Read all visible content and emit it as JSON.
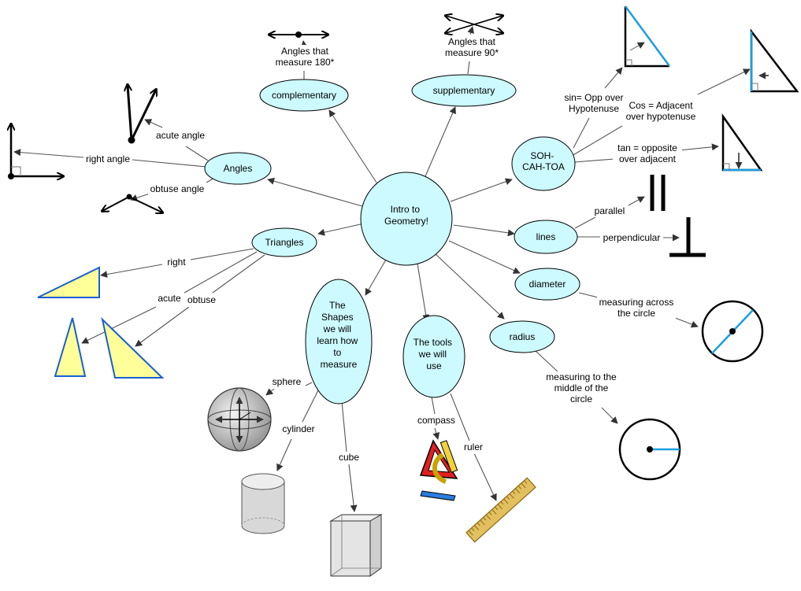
{
  "nodes": {
    "center": [
      "Intro to",
      "Geometry!"
    ],
    "angles": [
      "Angles"
    ],
    "complementary": [
      "complementary"
    ],
    "supplementary": [
      "supplementary"
    ],
    "soh": [
      "SOH-",
      "CAH-TOA"
    ],
    "lines": [
      "lines"
    ],
    "diameter": [
      "diameter"
    ],
    "radius": [
      "radius"
    ],
    "tools": [
      "The tools",
      "we will",
      "use"
    ],
    "shapes": [
      "The",
      "Shapes",
      "we will",
      "learn how",
      "to",
      "measure"
    ],
    "triangles": [
      "Triangles"
    ]
  },
  "labels": {
    "measure180": [
      "Angles that",
      "measure 180*"
    ],
    "measure90": [
      "Angles that",
      "measure 90*"
    ],
    "acute_angle": [
      "acute angle"
    ],
    "right_angle": [
      "right angle"
    ],
    "obtuse_angle": [
      "obtuse angle"
    ],
    "sin": [
      "sin= Opp over",
      "Hypotenuse"
    ],
    "cos": [
      "Cos = Adjacent",
      "over hypotenuse"
    ],
    "tan": [
      "tan = opposite",
      "over adjacent"
    ],
    "parallel": [
      "parallel"
    ],
    "perpendicular": [
      "perpendicular"
    ],
    "across": [
      "measuring across",
      "the circle"
    ],
    "middle": [
      "measuring to the",
      "middle of the",
      "circle"
    ],
    "right": [
      "right"
    ],
    "acute": [
      "acute"
    ],
    "obtuse": [
      "obtuse"
    ],
    "sphere": [
      "sphere"
    ],
    "cylinder": [
      "cylinder"
    ],
    "cube": [
      "cube"
    ],
    "compass": [
      "compass"
    ],
    "ruler": [
      "ruler"
    ]
  },
  "icons": {
    "arrow_line_180": "double-arrow-line-icon",
    "crossed_arrows_90": "crossed-arrows-icon",
    "acute_angle": "acute-angle-icon",
    "right_angle": "right-angle-icon",
    "obtuse_angle": "obtuse-angle-icon",
    "tri_sin": "right-triangle-sin-icon",
    "tri_cos": "right-triangle-cos-icon",
    "tri_tan": "right-triangle-tan-icon",
    "parallel": "parallel-lines-icon",
    "perpendicular": "perpendicular-icon",
    "circle_diameter": "circle-diameter-icon",
    "circle_radius": "circle-radius-icon",
    "right_triangle": "right-triangle-icon",
    "acute_triangle": "acute-triangle-icon",
    "obtuse_triangle": "obtuse-triangle-icon",
    "sphere": "sphere-icon",
    "cylinder": "cylinder-icon",
    "cube": "cube-icon",
    "compass": "compass-tool-icon",
    "ruler": "ruler-icon"
  },
  "colors": {
    "node_fill": "#ccfaff",
    "shape_fill": "#ffff99",
    "shape_stroke": "#1a5fd0",
    "accent_blue": "#1a9fe0"
  }
}
